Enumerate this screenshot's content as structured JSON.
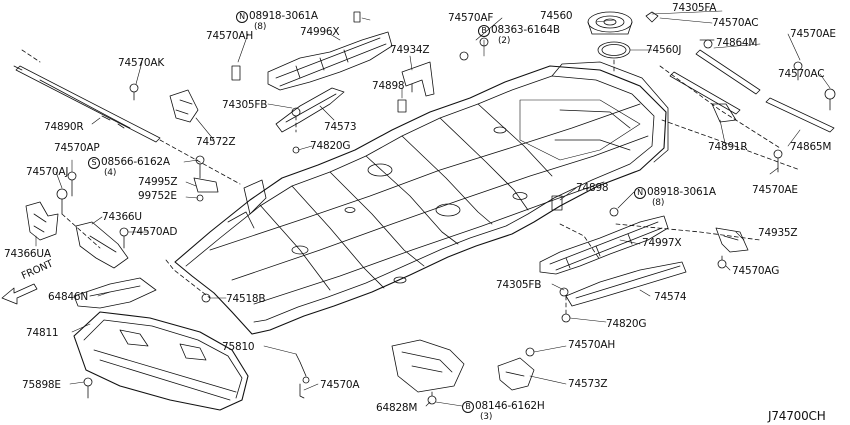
{
  "diagram_id": "J74700CH",
  "front_label": "FRONT",
  "callouts": {
    "p74305FA": "74305FA",
    "p74560": "74560",
    "p74560J": "74560J",
    "p74570AF": "74570AF",
    "p74570AC_top": "74570AC",
    "p74570AE_top": "74570AE",
    "p74570AC_right": "74570AC",
    "p74864M": "74864M",
    "n08918_top": "08918-3061A",
    "n08918_top_q": "(8)",
    "p74570AH_top": "74570AH",
    "p74996X": "74996X",
    "p74934Z": "74934Z",
    "b08363": "08363-6164B",
    "b08363_q": "(2)",
    "p74898_top": "74898",
    "p74570AK": "74570AK",
    "p74890R": "74890R",
    "p74305FB_top": "74305FB",
    "p74573": "74573",
    "p74572Z": "74572Z",
    "p74820G_top": "74820G",
    "p74891R": "74891R",
    "p74865M": "74865M",
    "p74570AE_right": "74570AE",
    "p74570AP": "74570AP",
    "s08566": "08566-6162A",
    "s08566_q": "(4)",
    "p74570AJ": "74570AJ",
    "p74995Z": "74995Z",
    "p99752E": "99752E",
    "p74366U": "74366U",
    "p74570AD": "74570AD",
    "p74366UA": "74366UA",
    "p74898_mid": "74898",
    "n08918_mid": "08918-3061A",
    "n08918_mid_q": "(8)",
    "p74997X": "74997X",
    "p74935Z": "74935Z",
    "p74570AG": "74570AG",
    "p64846N": "64846N",
    "p74518B": "74518B",
    "p74305FB_bot": "74305FB",
    "p74574": "74574",
    "p74820G_bot": "74820G",
    "p74811": "74811",
    "p75810": "75810",
    "p74570AH_bot": "74570AH",
    "p74573Z": "74573Z",
    "p75898E": "75898E",
    "p74570A": "74570A",
    "p64828M": "64828M",
    "b08146": "08146-6162H",
    "b08146_q": "(3)"
  },
  "prefix_marks": {
    "n": "N",
    "s": "S",
    "b": "B"
  }
}
